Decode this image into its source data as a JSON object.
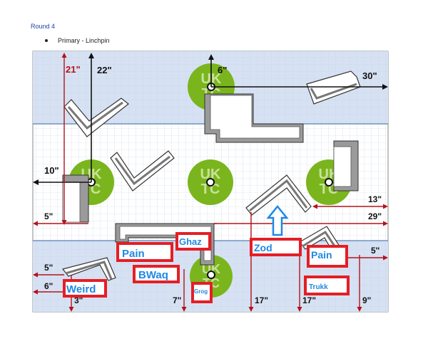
{
  "doc": {
    "round_title": "Round 4",
    "bullet": "Primary - Linchpin"
  },
  "map": {
    "colors": {
      "band": "#d6e2f3",
      "grid": "#c7d2e2",
      "field_bg": "#ffffff",
      "bunker_green": "#7ab51d",
      "red_dim": "#b5121b",
      "label_box": "#e41e26",
      "label_text": "#1e88e5",
      "arrow_blue": "#1e88e5"
    },
    "dimensions": [
      "21\"",
      "22\"",
      "6\"",
      "30\"",
      "10\"",
      "5\"",
      "13\"",
      "29\"",
      "5\"",
      "5\"",
      "6\"",
      "3\"",
      "7\"",
      "17\"",
      "17\"",
      "9\""
    ],
    "labels": [
      "Pain",
      "Ghaz",
      "Zod",
      "Pain",
      "BWaq",
      "Weird",
      "Grog",
      "Trukk"
    ],
    "bunker_logo_text": [
      "UK",
      "TC"
    ]
  }
}
